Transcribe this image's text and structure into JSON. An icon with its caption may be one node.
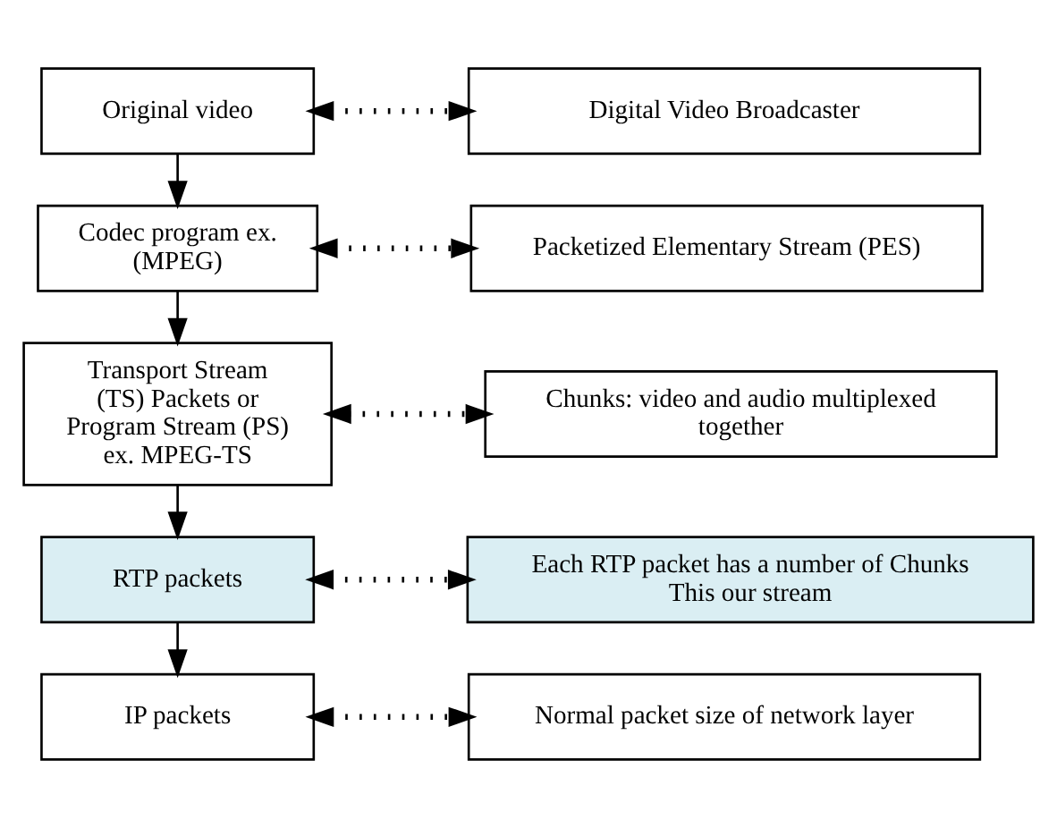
{
  "diagram": {
    "nodes": [
      {
        "text": [
          "Original video"
        ]
      },
      {
        "text": [
          "Digital Video Broadcaster"
        ]
      },
      {
        "text": [
          "Codec program ex. (MPEG)"
        ]
      },
      {
        "text": [
          "Packetized Elementary Stream (PES)"
        ]
      },
      {
        "text": [
          "Transport Stream (TS) Packets or Program Stream (PS) ex. MPEG-TS"
        ]
      },
      {
        "text": [
          "Chunks: video and audio multiplexed together"
        ]
      },
      {
        "text": [
          "RTP packets"
        ]
      },
      {
        "text": [
          "Each RTP packet has a number of Chunks",
          "This our stream"
        ]
      },
      {
        "text": [
          "IP packets"
        ]
      },
      {
        "text": [
          "Normal packet size of network layer"
        ]
      }
    ],
    "edges": [
      {
        "from": 0,
        "to": 1,
        "arrow": "both",
        "style": "dashed"
      },
      {
        "from": 0,
        "to": 2,
        "arrow": "to"
      },
      {
        "from": 2,
        "to": 3,
        "arrow": "both",
        "style": "dashed"
      },
      {
        "from": 2,
        "to": 4,
        "arrow": "to"
      },
      {
        "from": 4,
        "to": 5,
        "arrow": "both",
        "style": "dashed"
      },
      {
        "from": 4,
        "to": 6,
        "arrow": "to"
      },
      {
        "from": 6,
        "to": 7,
        "arrow": "both",
        "style": "dashed"
      },
      {
        "from": 6,
        "to": 8,
        "arrow": "to"
      },
      {
        "from": 8,
        "to": 9,
        "arrow": "both",
        "style": "dashed"
      }
    ]
  }
}
